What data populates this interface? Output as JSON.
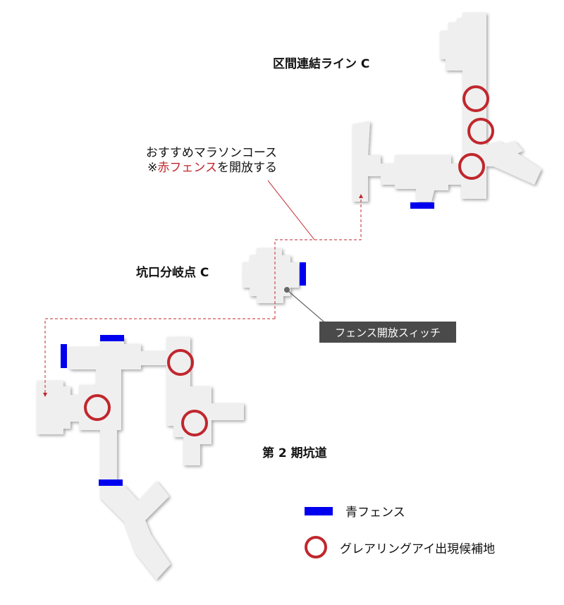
{
  "labels": {
    "line_c": "区間連結ライン C",
    "junction_c": "坑口分岐点 C",
    "tunnel2": "第 2 期坑道"
  },
  "note": {
    "line1": "おすすめマラソンコース",
    "prefix": "※",
    "red_word": "赤フェンス",
    "suffix": "を開放する"
  },
  "switch_label": "フェンス開放スィッチ",
  "legend": {
    "blue_fence": "青フェンス",
    "red_ring": "グレアリングアイ出現候補地"
  },
  "colors": {
    "floor": "#efefef",
    "shadow": "#b5b5b5",
    "blue_fence": "#0000ee",
    "red_ring": "#c0272d",
    "route_line": "#c0272d",
    "switch_bg": "#4a4a4a"
  }
}
